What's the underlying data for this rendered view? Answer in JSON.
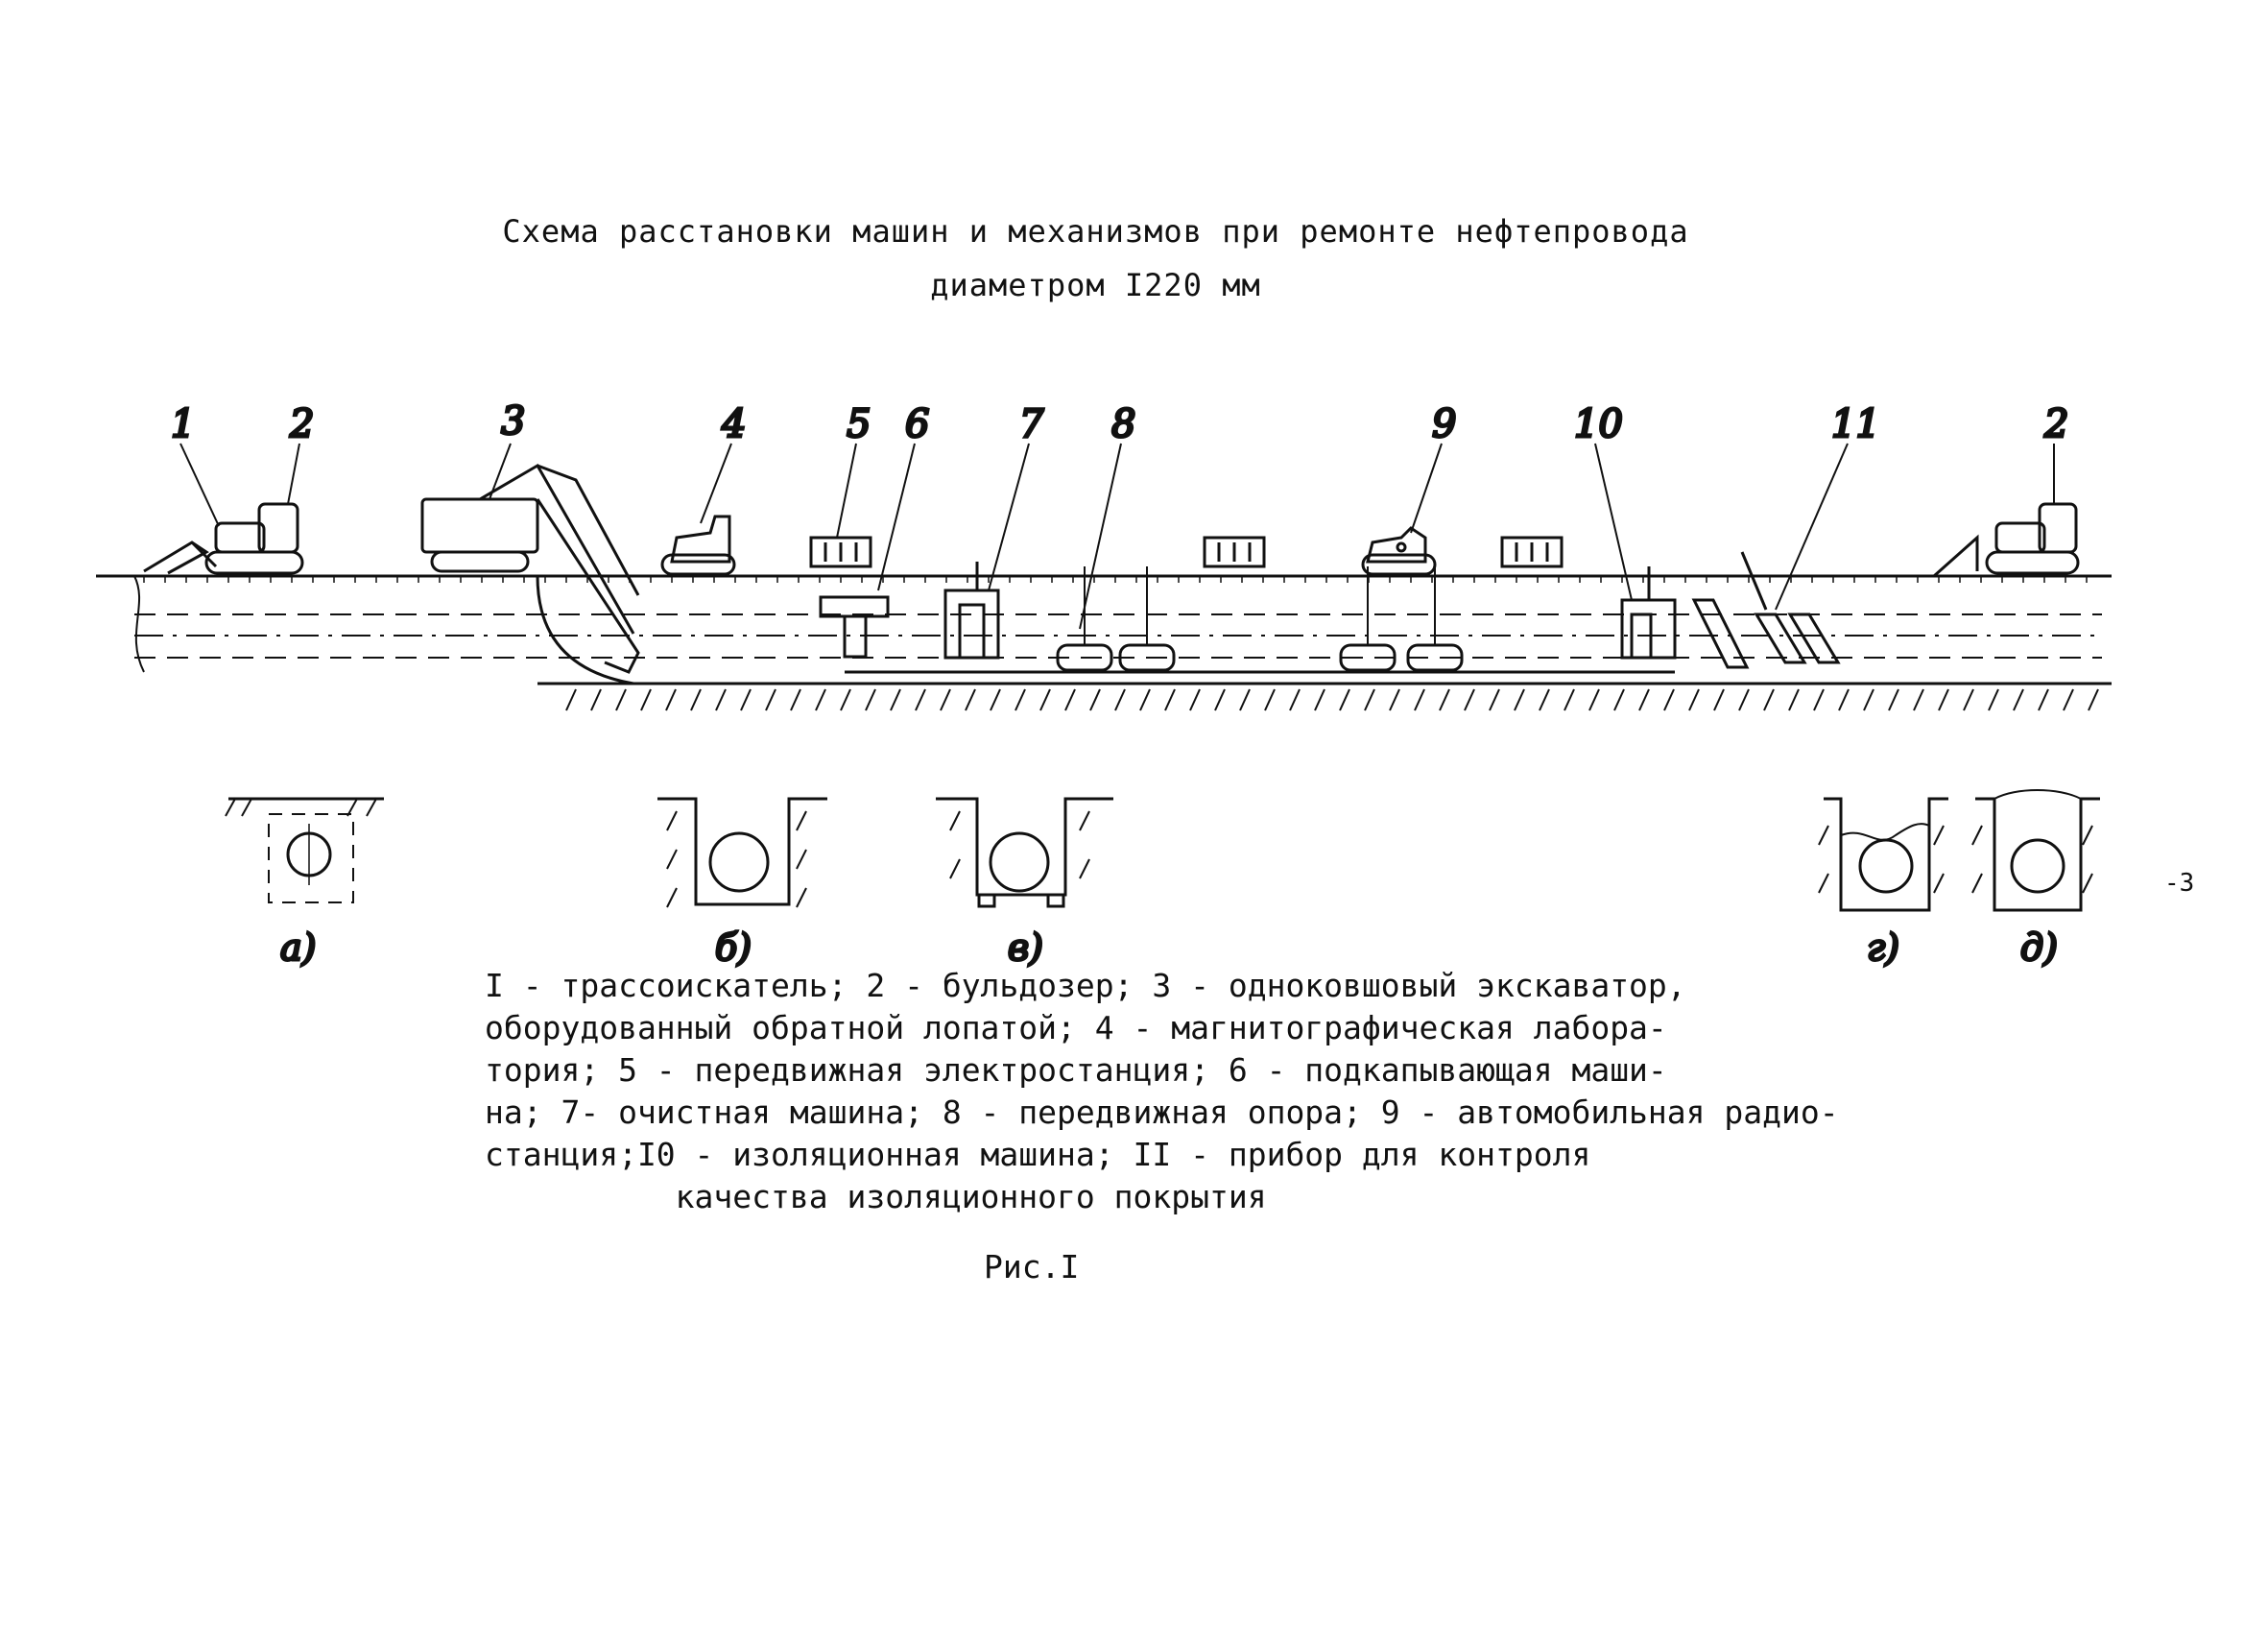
{
  "title": {
    "line1": "Схема расстановки машин и механизмов при ремонте нефтепровода",
    "line2": "диаметром I220 мм"
  },
  "callouts": [
    "1",
    "2",
    "3",
    "4",
    "5",
    "6",
    "7",
    "8",
    "9",
    "10",
    "11",
    "2"
  ],
  "sections": [
    "а)",
    "б)",
    "в)",
    "г)",
    "д)"
  ],
  "legend": {
    "lines": [
      "I - трассоискатель; 2 - бульдозер; 3 - одноковшовый экскаватор,",
      "оборудованный обратной лопатой; 4 - магнитографическая лабора-",
      "тория; 5 - передвижная электростанция; 6 - подкапывающая маши-",
      "на; 7- очистная машина; 8 - передвижная опора; 9 - автомобильная радио-",
      "станция;I0 - изоляционная машина; II - прибор для контроля",
      "          качества изоляционного покрытия"
    ]
  },
  "figure_label": "Рис.I",
  "page_mark": "-3"
}
